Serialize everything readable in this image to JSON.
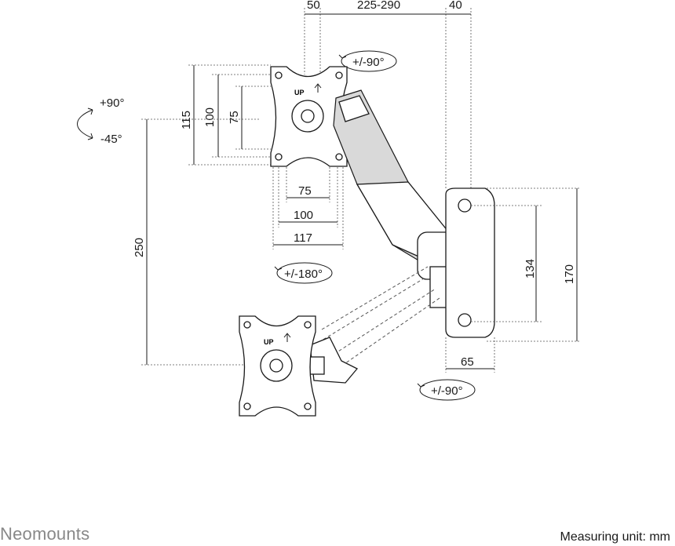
{
  "dimensions": {
    "top_offset": "50",
    "arm_reach": "225-290",
    "wall_depth": "40",
    "plate_115": "115",
    "plate_100_v": "100",
    "plate_75_v": "75",
    "plate_75_h": "75",
    "plate_100_h": "100",
    "plate_117_h": "117",
    "height_travel": "250",
    "wall_plate_134": "134",
    "wall_plate_170": "170",
    "base_65": "65"
  },
  "rotations": {
    "tilt_up": "+90°",
    "tilt_down": "-45°",
    "swivel_top": "+/-90°",
    "rotate": "+/-180°",
    "swivel_bottom": "+/-90°"
  },
  "plate_marking": "UP",
  "brand": "Neomounts",
  "unit_note": "Measuring unit: mm"
}
